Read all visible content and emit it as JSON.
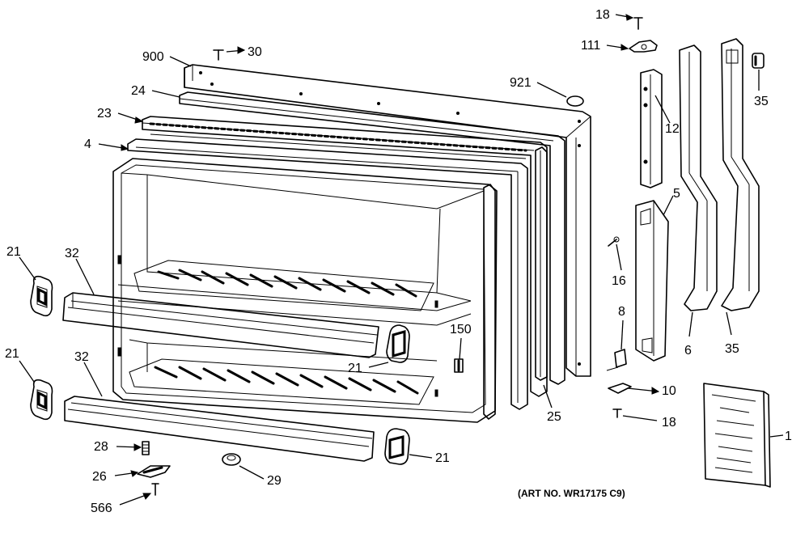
{
  "diagram": {
    "art_number": "(ART NO. WR17175 C9)",
    "callouts": {
      "c18_top": "18",
      "c111": "111",
      "c900": "900",
      "c30": "30",
      "c921": "921",
      "c35_top": "35",
      "c24": "24",
      "c12": "12",
      "c23": "23",
      "c4": "4",
      "c5": "5",
      "c21_upper_left": "21",
      "c32_upper": "32",
      "c16": "16",
      "c8": "8",
      "c150": "150",
      "c6": "6",
      "c35_bottom": "35",
      "c21_lower_left": "21",
      "c32_lower": "32",
      "c21_mid": "21",
      "c10": "10",
      "c18_bottom": "18",
      "c25": "25",
      "c1": "1",
      "c28": "28",
      "c21_bottom": "21",
      "c26": "26",
      "c29": "29",
      "c566": "566"
    }
  }
}
